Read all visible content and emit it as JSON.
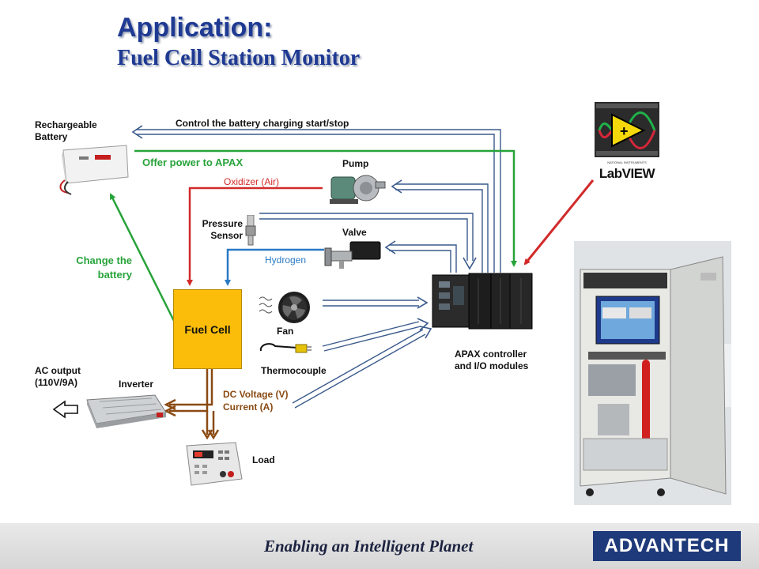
{
  "title": {
    "line1": "Application:",
    "line2": "Fuel Cell Station Monitor"
  },
  "components": {
    "battery": "Rechargeable\nBattery",
    "pump": "Pump",
    "pressure_sensor": "Pressure\nSensor",
    "valve": "Valve",
    "fuel_cell": "Fuel Cell",
    "fan": "Fan",
    "thermocouple": "Thermocouple",
    "apax": "APAX controller\nand I/O modules",
    "inverter": "Inverter",
    "ac_output": "AC output\n(110V/9A)",
    "load": "Load"
  },
  "flows": {
    "control_battery": "Control the battery charging start/stop",
    "offer_power": "Offer power to APAX",
    "oxidizer": "Oxidizer  (Air)",
    "hydrogen": "Hydrogen",
    "change_battery": "Change the\nbattery",
    "dc_voltage": "DC Voltage (V)",
    "current": "Current (A)"
  },
  "labview": {
    "vendor": "NATIONAL INSTRUMENTS",
    "name": "LabVIEW"
  },
  "footer": {
    "tagline": "Enabling an Intelligent Planet",
    "logo": "ADVANTECH"
  },
  "colors": {
    "title": "#1f3a93",
    "green_flow": "#27a33a",
    "red_flow": "#d22a2a",
    "blue_flow": "#2a79c4",
    "brown_flow": "#8a4a12",
    "outline_arrow": "#3a5a8c",
    "fuel_cell": "#fbbd09"
  }
}
